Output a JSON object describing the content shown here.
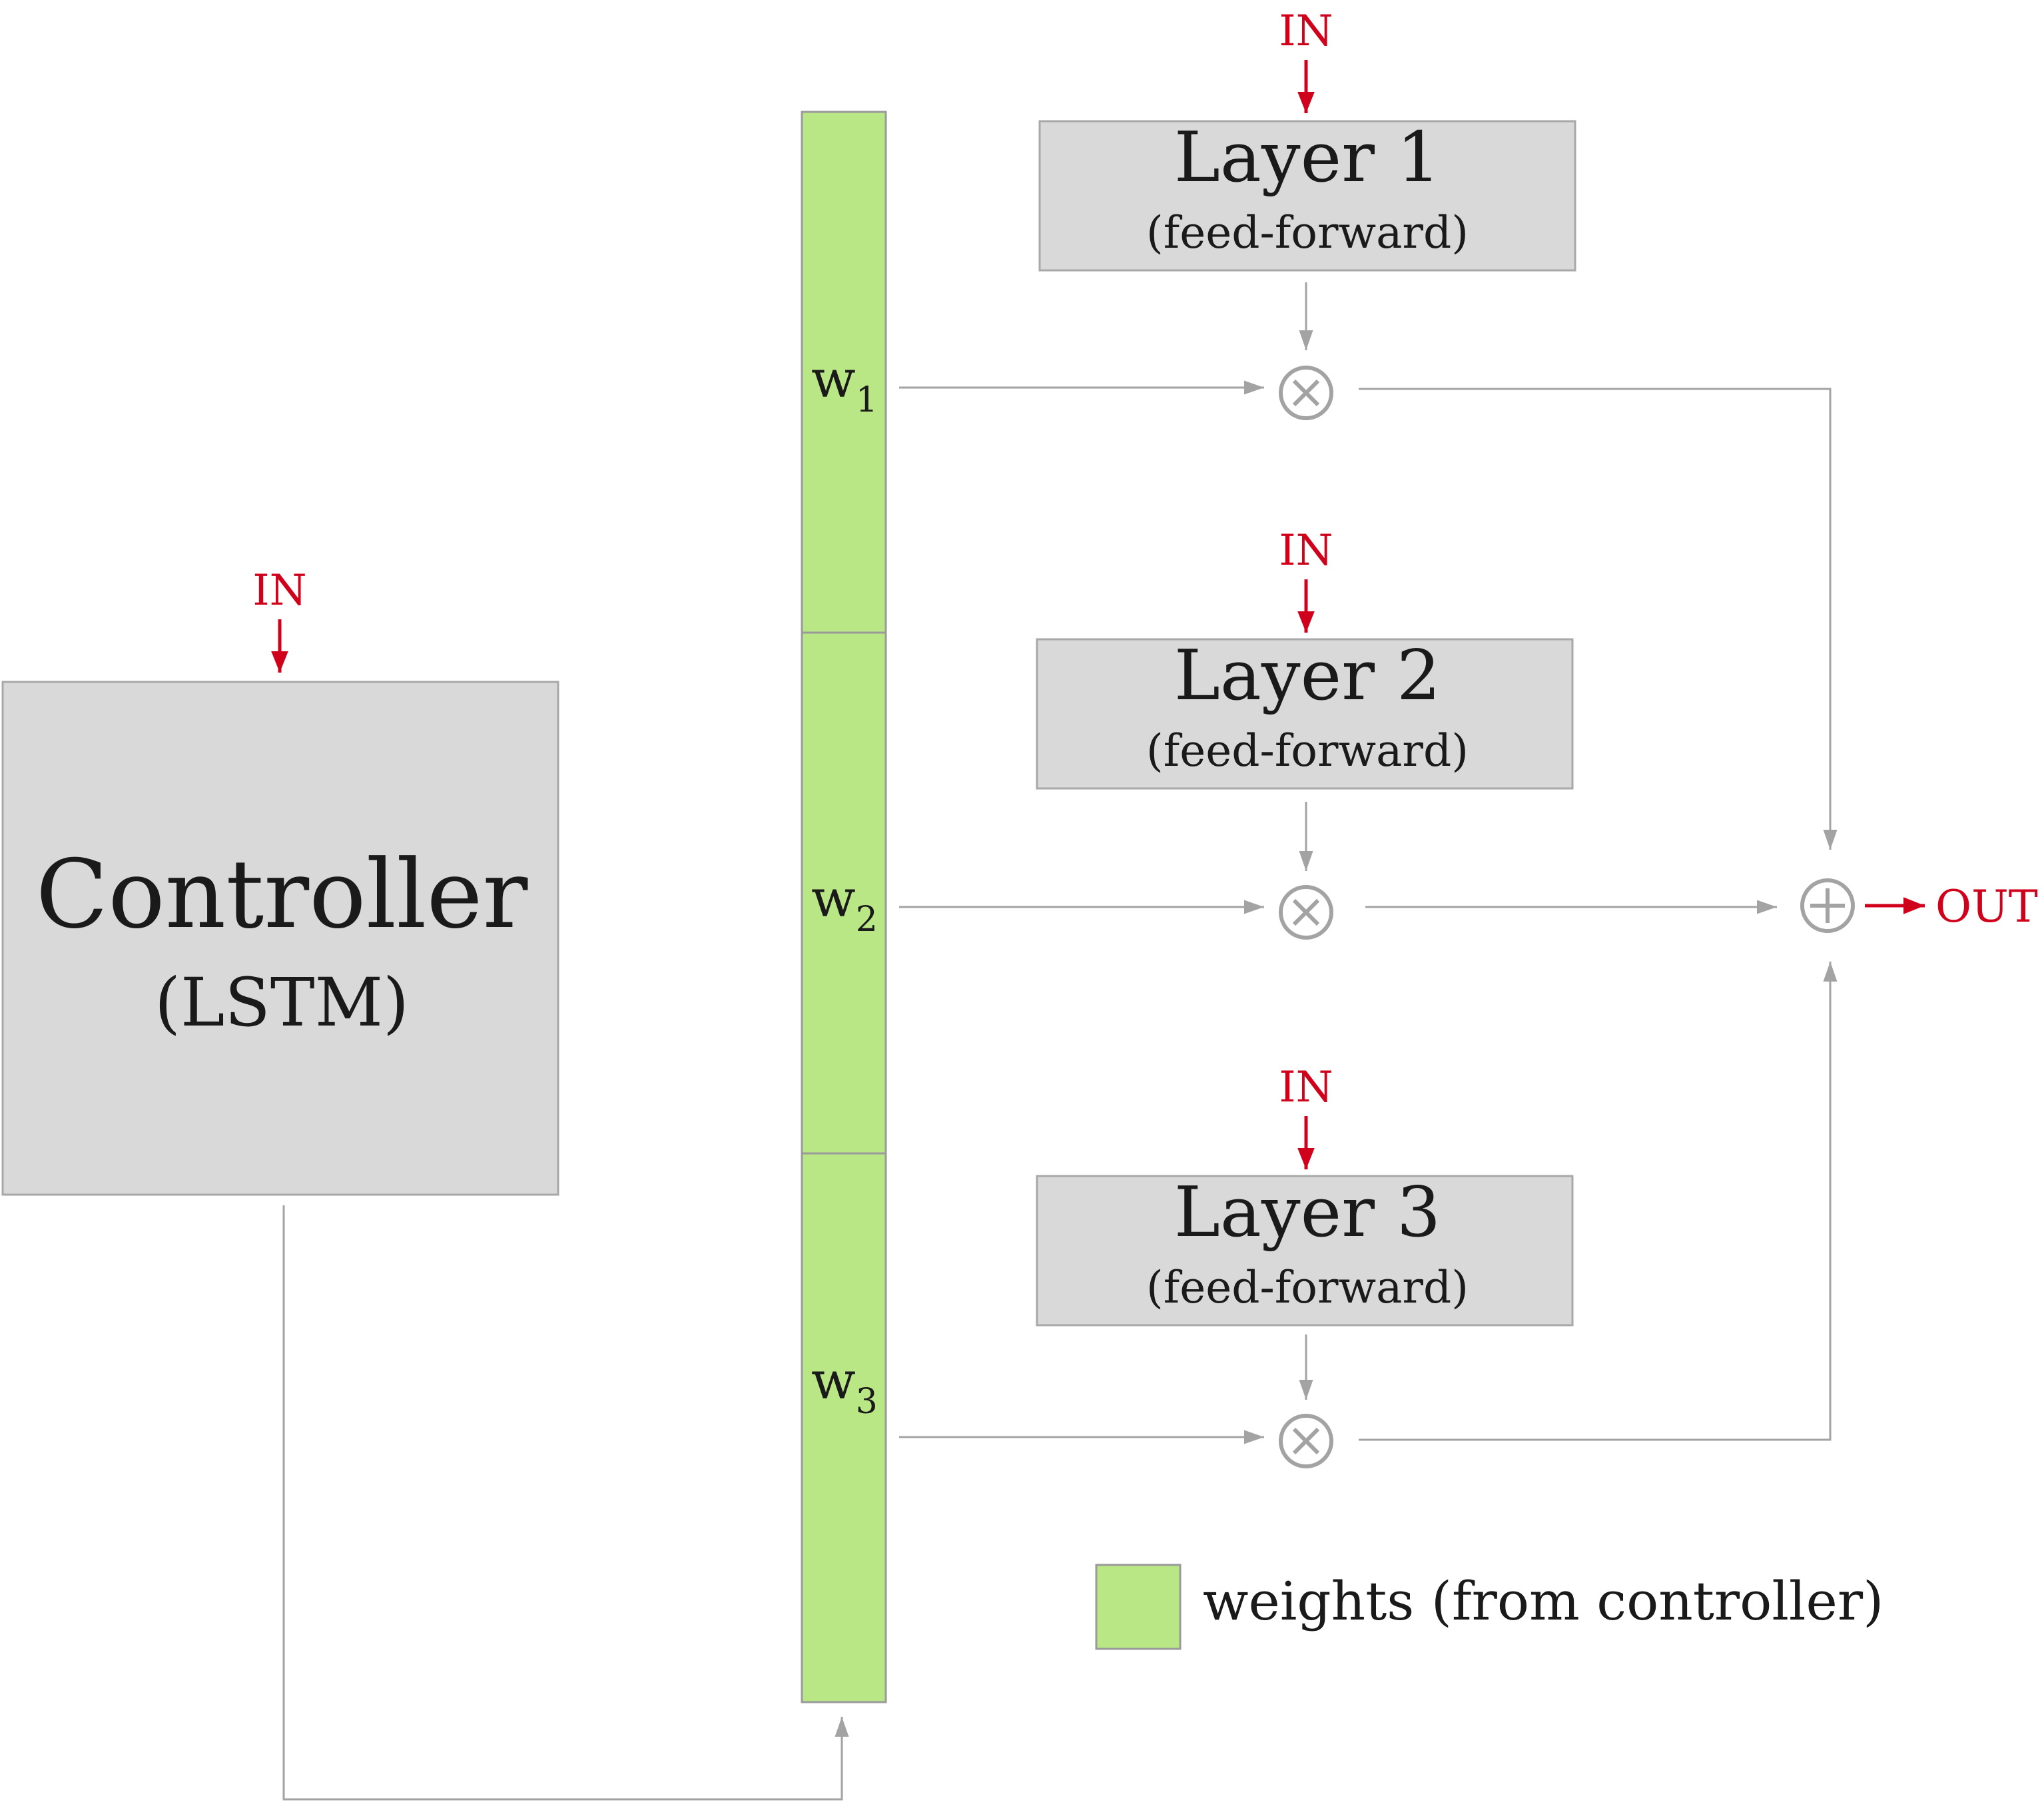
{
  "controller": {
    "title": "Controller",
    "subtitle": "(LSTM)",
    "input_label": "IN"
  },
  "layers": [
    {
      "title": "Layer 1",
      "subtitle": "(feed-forward)",
      "input_label": "IN"
    },
    {
      "title": "Layer 2",
      "subtitle": "(feed-forward)",
      "input_label": "IN"
    },
    {
      "title": "Layer 3",
      "subtitle": "(feed-forward)",
      "input_label": "IN"
    }
  ],
  "weights": [
    {
      "base": "w",
      "sub": "1"
    },
    {
      "base": "w",
      "sub": "2"
    },
    {
      "base": "w",
      "sub": "3"
    }
  ],
  "output_label": "OUT",
  "legend": {
    "label": "weights (from controller)"
  },
  "colors": {
    "weights": "#bae786",
    "boxes": "#d9d9d9",
    "io_accent": "#d0021b",
    "connectors": "#a3a3a3"
  },
  "icons": {
    "multiply": "circled-times-icon",
    "sum": "circled-plus-icon"
  }
}
